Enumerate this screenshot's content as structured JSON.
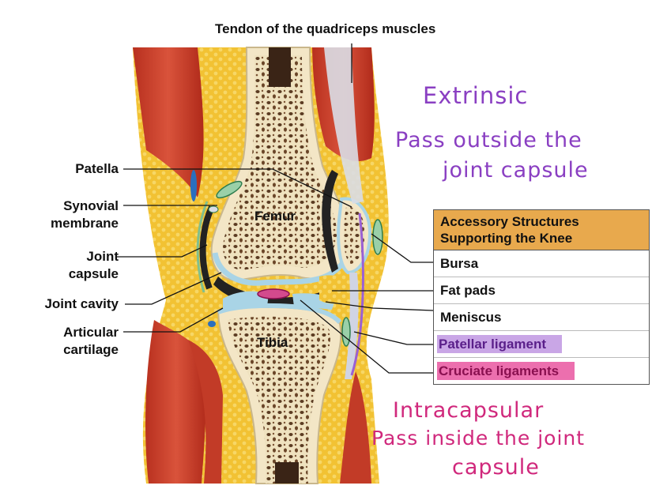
{
  "title": "Tendon of the quadriceps muscles",
  "labels": {
    "patella": "Patella",
    "synovial_membrane": [
      "Synovial",
      "membrane"
    ],
    "joint_capsule": [
      "Joint",
      "capsule"
    ],
    "joint_cavity": "Joint cavity",
    "articular_cartilage": [
      "Articular",
      "cartilage"
    ],
    "femur": "Femur",
    "tibia": "Tibia"
  },
  "table": {
    "header": [
      "Accessory Structures",
      "Supporting the Knee"
    ],
    "rows": [
      "Bursa",
      "Fat pads",
      "Meniscus",
      "Patellar ligament",
      "Cruciate ligaments"
    ],
    "header_color": "#e8a94d",
    "highlight_colors": {
      "patellar_ligament": "#c9a6e6",
      "cruciate_ligaments": "#ec6fae"
    }
  },
  "notes": {
    "extrinsic_title": "Extrinsic",
    "extrinsic_line1": "Pass outside the",
    "extrinsic_line2": "joint capsule",
    "intracapsular_title": "Intracapsular",
    "intracapsular_line1": "Pass inside the joint",
    "intracapsular_line2": "capsule",
    "extrinsic_color": "#8a3fc2",
    "intracapsular_color": "#d0287c"
  }
}
